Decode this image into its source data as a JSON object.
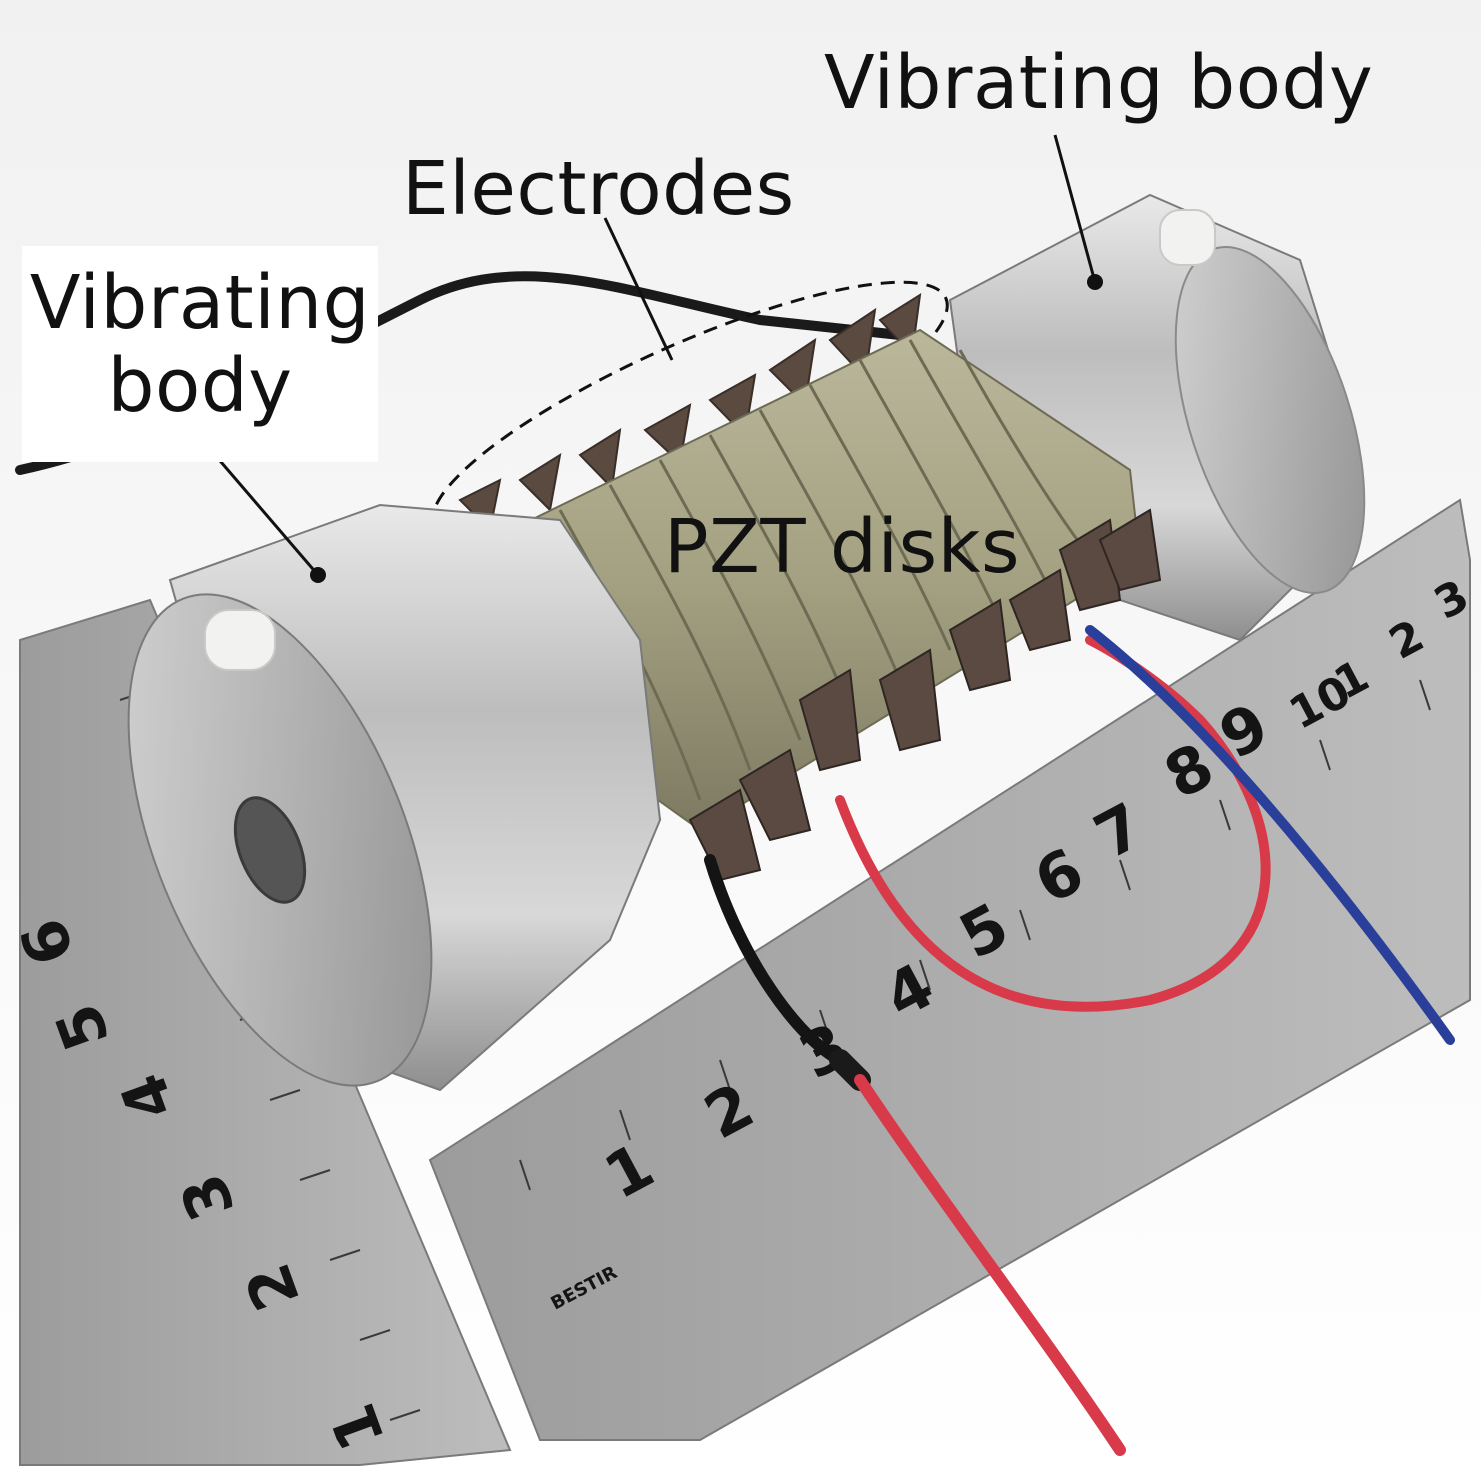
{
  "labels": {
    "vibrating_body_left": "Vibrating body",
    "vibrating_body_right": "Vibrating body",
    "electrodes": "Electrodes",
    "pzt_disks": "PZT disks"
  },
  "ruler": {
    "bottom_numbers": [
      "1",
      "2",
      "3",
      "4",
      "5",
      "6",
      "7",
      "8",
      "9",
      "10",
      "1",
      "2",
      "3"
    ],
    "left_numbers": [
      "1",
      "2",
      "3",
      "4",
      "5",
      "6"
    ],
    "brand": "BESTIR"
  },
  "colors": {
    "background": "#ffffff",
    "ruler_steel": "#a9a9a9",
    "metal": "#c7c7c7",
    "pzt_disk": "#a7a485",
    "electrode_tab": "#5a4a40",
    "wire_red": "#d83a4a",
    "wire_blue": "#2a3f9a",
    "wire_black": "#141414",
    "leader_line": "#111111",
    "ellipse_dash": "#111111"
  }
}
